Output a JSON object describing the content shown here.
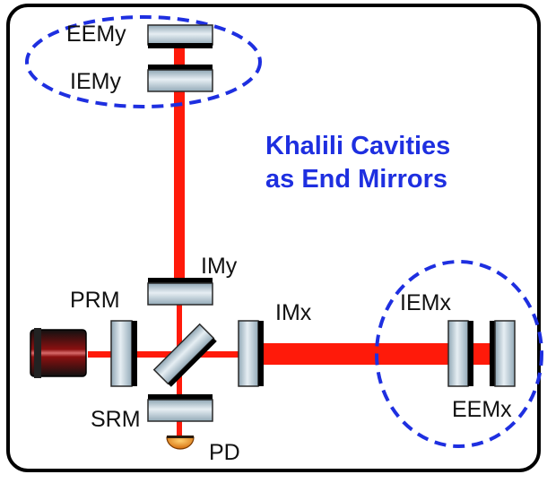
{
  "title": {
    "line1": "Khalili Cavities",
    "line2": "as End Mirrors"
  },
  "labels": {
    "eemy": "EEMy",
    "iemy": "IEMy",
    "imy": "IMy",
    "prm": "PRM",
    "imx": "IMx",
    "iemx": "IEMx",
    "eemx": "EEMx",
    "srm": "SRM",
    "pd": "PD"
  },
  "colors": {
    "beam": "#ff1a0a",
    "highlight": "#1e2fe0",
    "mirror_fill": "#c4d3dc",
    "mirror_coating": "#000000",
    "frame": "#000000",
    "photodiode": "#e07a10"
  }
}
